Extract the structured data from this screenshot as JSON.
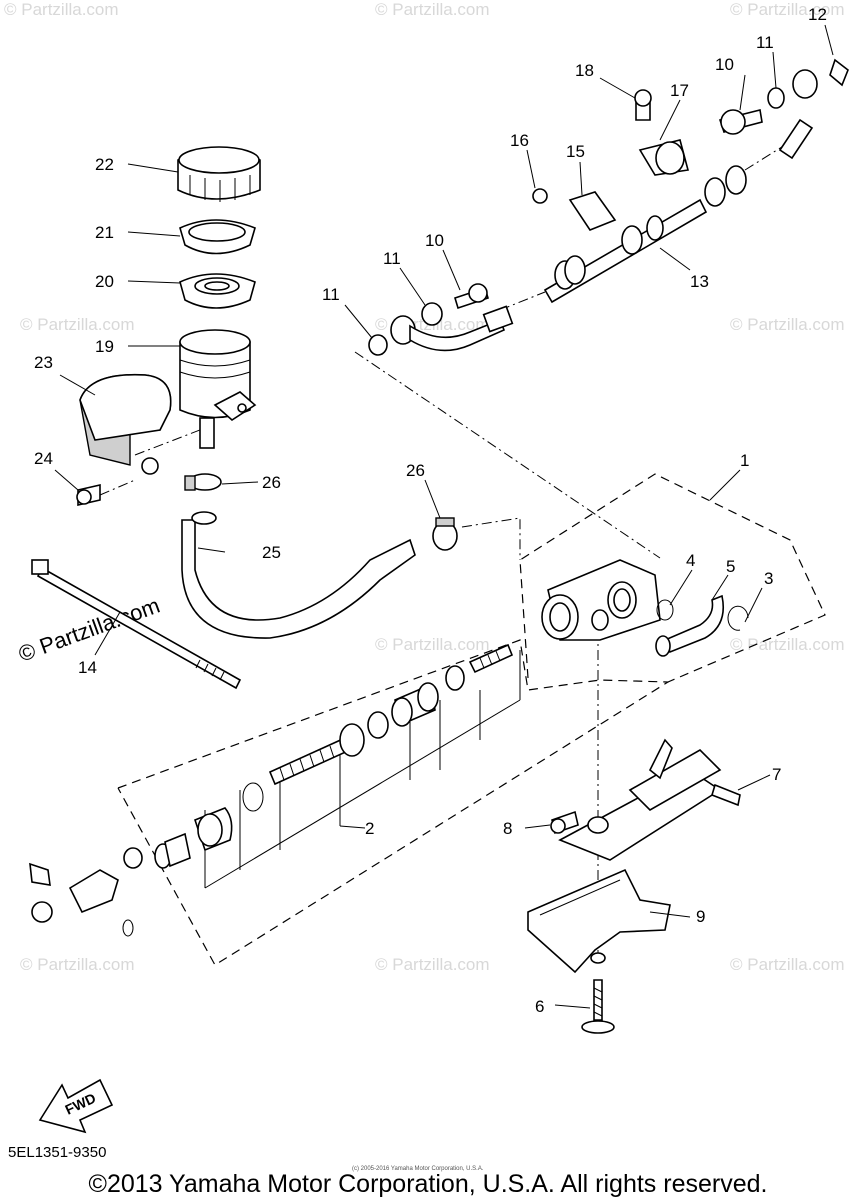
{
  "callouts": [
    {
      "id": "c1",
      "text": "1"
    },
    {
      "id": "c2",
      "text": "2"
    },
    {
      "id": "c3",
      "text": "3"
    },
    {
      "id": "c4",
      "text": "4"
    },
    {
      "id": "c5",
      "text": "5"
    },
    {
      "id": "c6",
      "text": "6"
    },
    {
      "id": "c7",
      "text": "7"
    },
    {
      "id": "c8",
      "text": "8"
    },
    {
      "id": "c9",
      "text": "9"
    },
    {
      "id": "c10a",
      "text": "10"
    },
    {
      "id": "c10b",
      "text": "10"
    },
    {
      "id": "c11a",
      "text": "11"
    },
    {
      "id": "c11b",
      "text": "11"
    },
    {
      "id": "c11c",
      "text": "11"
    },
    {
      "id": "c12",
      "text": "12"
    },
    {
      "id": "c13",
      "text": "13"
    },
    {
      "id": "c14",
      "text": "14"
    },
    {
      "id": "c15",
      "text": "15"
    },
    {
      "id": "c16",
      "text": "16"
    },
    {
      "id": "c17",
      "text": "17"
    },
    {
      "id": "c18",
      "text": "18"
    },
    {
      "id": "c19",
      "text": "19"
    },
    {
      "id": "c20",
      "text": "20"
    },
    {
      "id": "c21",
      "text": "21"
    },
    {
      "id": "c22",
      "text": "22"
    },
    {
      "id": "c23",
      "text": "23"
    },
    {
      "id": "c24",
      "text": "24"
    },
    {
      "id": "c25",
      "text": "25"
    },
    {
      "id": "c26a",
      "text": "26"
    },
    {
      "id": "c26b",
      "text": "26"
    }
  ],
  "watermark": {
    "small": "© Partzilla.com",
    "large": "© Partzilla.com"
  },
  "fwd_label": "FWD",
  "diagram_code": "5EL1351-9350",
  "fine_print": "(c) 2005-2016 Yamaha Motor Corporation, U.S.A.",
  "copyright": "©2013 Yamaha Motor Corporation, U.S.A. All rights reserved."
}
